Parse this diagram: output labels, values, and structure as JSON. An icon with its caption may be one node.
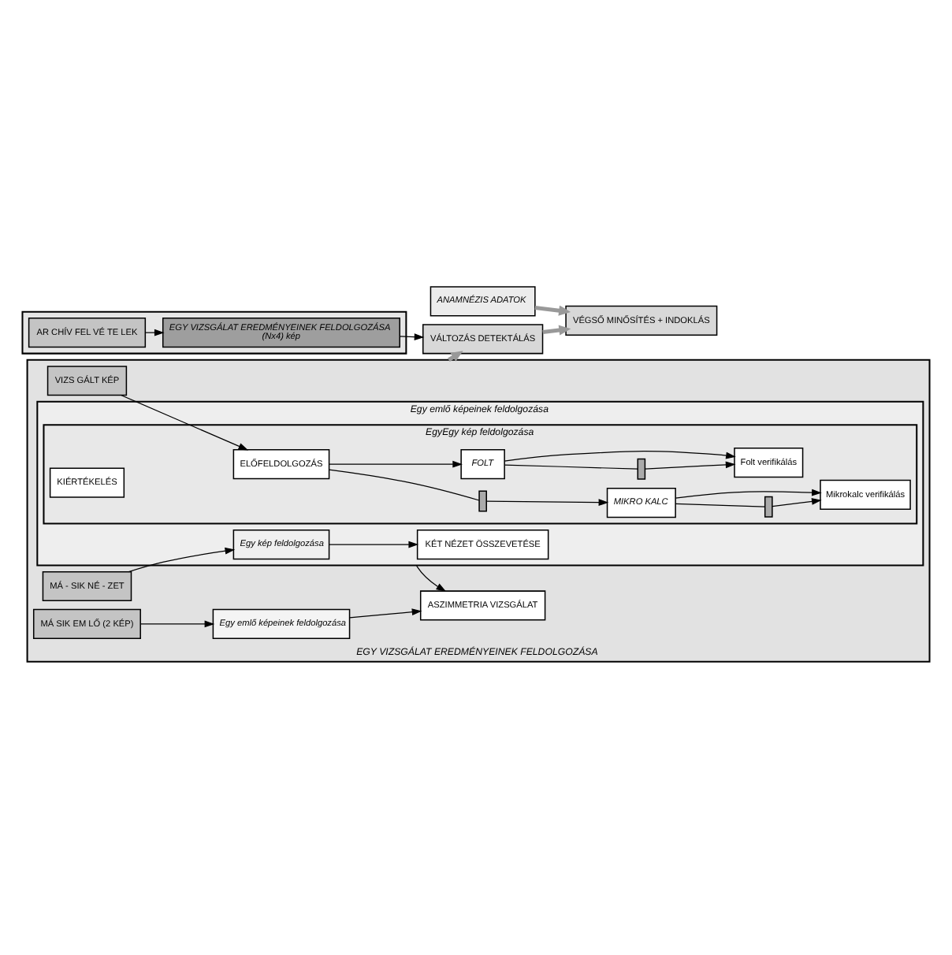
{
  "diagram": {
    "nodes": [
      {
        "text": [
          "EGY VIZSGÁLAT EREDMÉNYEINEK FELDOLGOZÁSA"
        ]
      },
      {
        "text": [
          "Egy emlő képeinek feldolgozása"
        ],
        "in": 0
      },
      {
        "text": [
          "EgyEgy kép feldolgozása"
        ],
        "in": 1
      },
      {
        "text": [
          "VIZS GÁLT KÉP"
        ],
        "in": 0
      },
      {
        "text": [
          "ELŐFELDOLGOZÁS"
        ],
        "in": 2
      },
      {
        "text": [],
        "shape": "bar",
        "in": 2
      },
      {
        "text": [
          "MIKRO KALC"
        ],
        "in": 2
      },
      {
        "text": [
          "FOLT"
        ],
        "in": 2
      },
      {
        "text": [],
        "shape": "bar",
        "in": 2
      },
      {
        "text": [
          "Mikrokalc verifikálás"
        ],
        "in": 2
      },
      {
        "text": [],
        "shape": "bar",
        "in": 2
      },
      {
        "text": [
          "Folt verifikálás"
        ],
        "in": 2
      },
      {
        "text": [
          "KIÉRTÉKELÉS"
        ],
        "in": 2
      },
      {
        "text": [
          "KÉT NÉZET ÖSSZEVETÉSE"
        ],
        "in": 1
      },
      {
        "text": [
          "ASZIMMETRIA VIZSGÁLAT"
        ],
        "in": 0
      },
      {
        "text": [
          "MÁ - SIK NÉ - ZET"
        ],
        "in": 0
      },
      {
        "text": [
          "Egy kép feldolgozása"
        ],
        "in": 1
      },
      {
        "text": [
          "MÁ SIK EM LŐ (2 KÉP)"
        ],
        "in": 0
      },
      {
        "text": [
          "Egy emlő képeinek feldolgozása"
        ],
        "in": 0
      },
      {
        "text": [],
        "shape": "box"
      },
      {
        "text": [
          "AR CHÍV FEL VÉ TE LEK"
        ],
        "in": 19
      },
      {
        "text": [
          "EGY VIZSGÁLAT EREDMÉNYEINEK FELDOLGOZÁSA",
          "(Nx4) kép"
        ],
        "in": 19
      },
      {
        "text": [
          "VÁLTOZÁS DETEKTÁLÁS"
        ]
      },
      {
        "text": [
          "VÉGSŐ MINŐSÍTÉS + INDOKLÁS"
        ]
      },
      {
        "text": [
          "ANAMNÉZIS ADATOK"
        ]
      }
    ],
    "edges": [
      {
        "from": 3,
        "to": 4,
        "arrow": "to"
      },
      {
        "from": 4,
        "to": 5,
        "arrow": "none"
      },
      {
        "from": 5,
        "to": 6,
        "arrow": "to"
      },
      {
        "from": 4,
        "to": 7,
        "arrow": "to"
      },
      {
        "from": 6,
        "to": 8,
        "arrow": "none"
      },
      {
        "from": 8,
        "to": 9,
        "arrow": "to"
      },
      {
        "from": 6,
        "to": 9,
        "arrow": "to"
      },
      {
        "from": 7,
        "to": 10,
        "arrow": "none"
      },
      {
        "from": 10,
        "to": 11,
        "arrow": "to"
      },
      {
        "from": 7,
        "to": 11,
        "arrow": "to"
      },
      {
        "from": 1,
        "to": 14,
        "arrow": "to"
      },
      {
        "from": 15,
        "to": 16,
        "arrow": "to"
      },
      {
        "from": 16,
        "to": 13,
        "arrow": "to"
      },
      {
        "from": 17,
        "to": 18,
        "arrow": "to"
      },
      {
        "from": 18,
        "to": 14,
        "arrow": "to"
      },
      {
        "from": 20,
        "to": 21,
        "arrow": "to"
      },
      {
        "from": 21,
        "to": 22,
        "arrow": "to"
      },
      {
        "from": 0,
        "to": 22,
        "arrow": "to",
        "style": "thick",
        "color": "#999999"
      },
      {
        "from": 22,
        "to": 23,
        "arrow": "to",
        "style": "thick",
        "color": "#999999"
      },
      {
        "from": 24,
        "to": 23,
        "arrow": "to",
        "style": "thick",
        "color": "#999999"
      }
    ]
  }
}
